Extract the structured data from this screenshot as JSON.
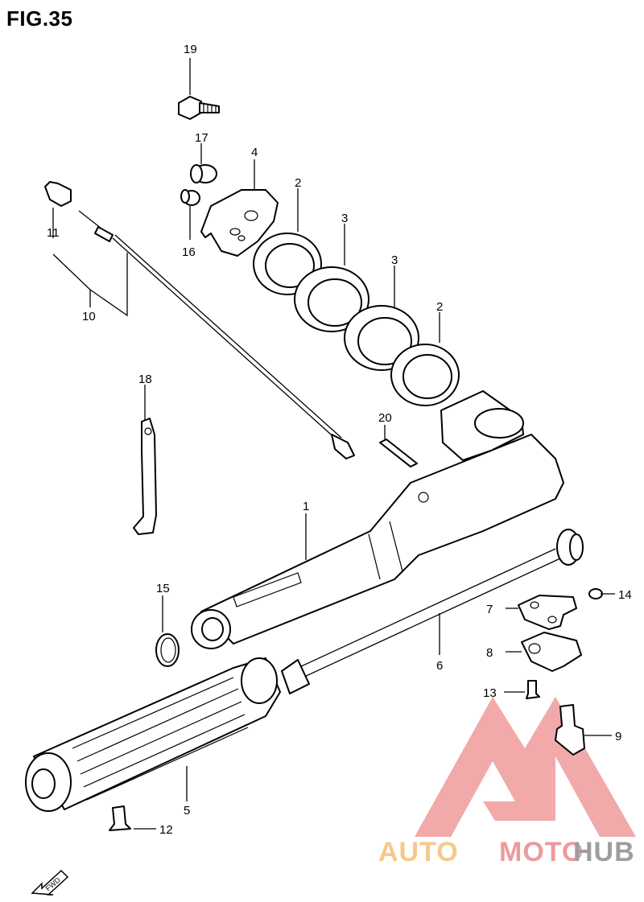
{
  "figure": {
    "title": "FIG.35"
  },
  "callouts": [
    {
      "id": "c1",
      "text": "1"
    },
    {
      "id": "c2a",
      "text": "2"
    },
    {
      "id": "c2b",
      "text": "2"
    },
    {
      "id": "c3a",
      "text": "3"
    },
    {
      "id": "c3b",
      "text": "3"
    },
    {
      "id": "c4",
      "text": "4"
    },
    {
      "id": "c5",
      "text": "5"
    },
    {
      "id": "c6",
      "text": "6"
    },
    {
      "id": "c7",
      "text": "7"
    },
    {
      "id": "c8",
      "text": "8"
    },
    {
      "id": "c9",
      "text": "9"
    },
    {
      "id": "c10",
      "text": "10"
    },
    {
      "id": "c11",
      "text": "11"
    },
    {
      "id": "c12",
      "text": "12"
    },
    {
      "id": "c13",
      "text": "13"
    },
    {
      "id": "c14",
      "text": "14"
    },
    {
      "id": "c15",
      "text": "15"
    },
    {
      "id": "c16",
      "text": "16"
    },
    {
      "id": "c17",
      "text": "17"
    },
    {
      "id": "c18",
      "text": "18"
    },
    {
      "id": "c19",
      "text": "19"
    },
    {
      "id": "c20",
      "text": "20"
    }
  ],
  "direction_arrow": {
    "text": "FWD"
  },
  "watermark": {
    "part1": "AUTO",
    "part2": "MOTO",
    "part3": "HUB",
    "logo_color": "#ef9a9a"
  },
  "colors": {
    "line": "#000000",
    "background": "#ffffff"
  }
}
